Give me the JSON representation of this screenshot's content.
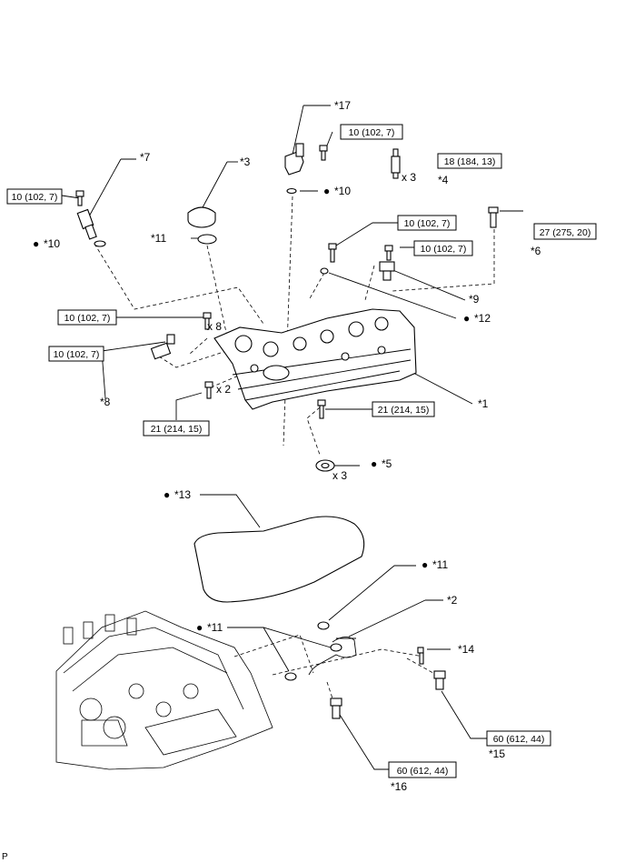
{
  "torque_specs": {
    "t17": "10 (102, 7)",
    "t4": "18 (184, 13)",
    "t7": "10 (102, 7)",
    "t_cover_top": "10 (102, 7)",
    "t9": "10 (102, 7)",
    "t6": "27 (275, 20)",
    "t_left_x8": "10 (102, 7)",
    "t8": "10 (102, 7)",
    "t_left_x2": "21 (214, 15)",
    "t_cover_front": "21 (214, 15)",
    "t15": "60 (612, 44)",
    "t16": "60 (612, 44)"
  },
  "callouts": {
    "c17": "*17",
    "c7": "*7",
    "c3": "*3",
    "c4": "*4",
    "c10a": "*10",
    "c10b": "*10",
    "c11a": "*11",
    "c6": "*6",
    "c9": "*9",
    "c12": "*12",
    "c8": "*8",
    "c1": "*1",
    "c5": "*5",
    "c13": "*13",
    "c11b": "*11",
    "c2": "*2",
    "c11c": "*11",
    "c14": "*14",
    "c15": "*15",
    "c16": "*16"
  },
  "quantities": {
    "q4": "x 3",
    "q_x8": "x 8",
    "q_x2": "x 2",
    "q5": "x 3"
  },
  "bullet": "●",
  "corner_label": "P"
}
